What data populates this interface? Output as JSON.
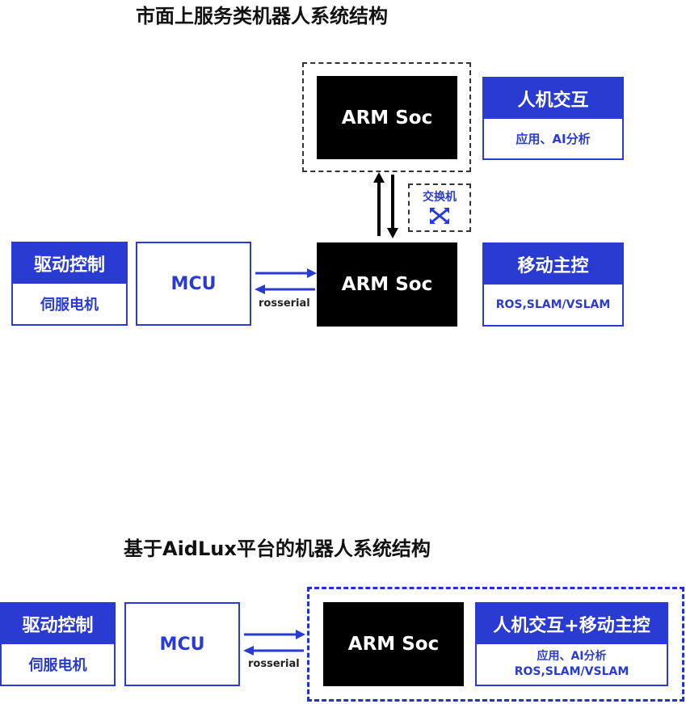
{
  "top": {
    "title": "市面上服务类机器人系统结构",
    "arm_soc_upper": "ARM Soc",
    "arm_soc_lower": "ARM Soc",
    "switch_label": "交换机",
    "mcu": "MCU",
    "rosserial": "rosserial",
    "card_hmi": {
      "head": "人机交互",
      "body": "应用、AI分析"
    },
    "card_drive": {
      "head": "驱动控制",
      "body": "伺服电机"
    },
    "card_motion": {
      "head": "移动主控",
      "body": "ROS,SLAM/VSLAM"
    }
  },
  "bottom": {
    "title": "基于AidLux平台的机器人系统结构",
    "arm_soc": "ARM Soc",
    "mcu": "MCU",
    "rosserial": "rosserial",
    "card_drive": {
      "head": "驱动控制",
      "body": "伺服电机"
    },
    "card_combined": {
      "head": "人机交互+移动主控",
      "body_line1": "应用、AI分析",
      "body_line2": "ROS,SLAM/VSLAM"
    }
  },
  "colors": {
    "accent": "#2a3bd4",
    "dark": "#000000"
  }
}
